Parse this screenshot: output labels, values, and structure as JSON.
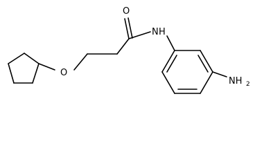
{
  "molecule": {
    "atom_labels": {
      "carbonyl_oxygen": "O",
      "amide_nitrogen": "N",
      "amide_hydrogen": "H",
      "ether_oxygen": "O",
      "amine_group": "NH",
      "amine_subscript": "2"
    }
  }
}
